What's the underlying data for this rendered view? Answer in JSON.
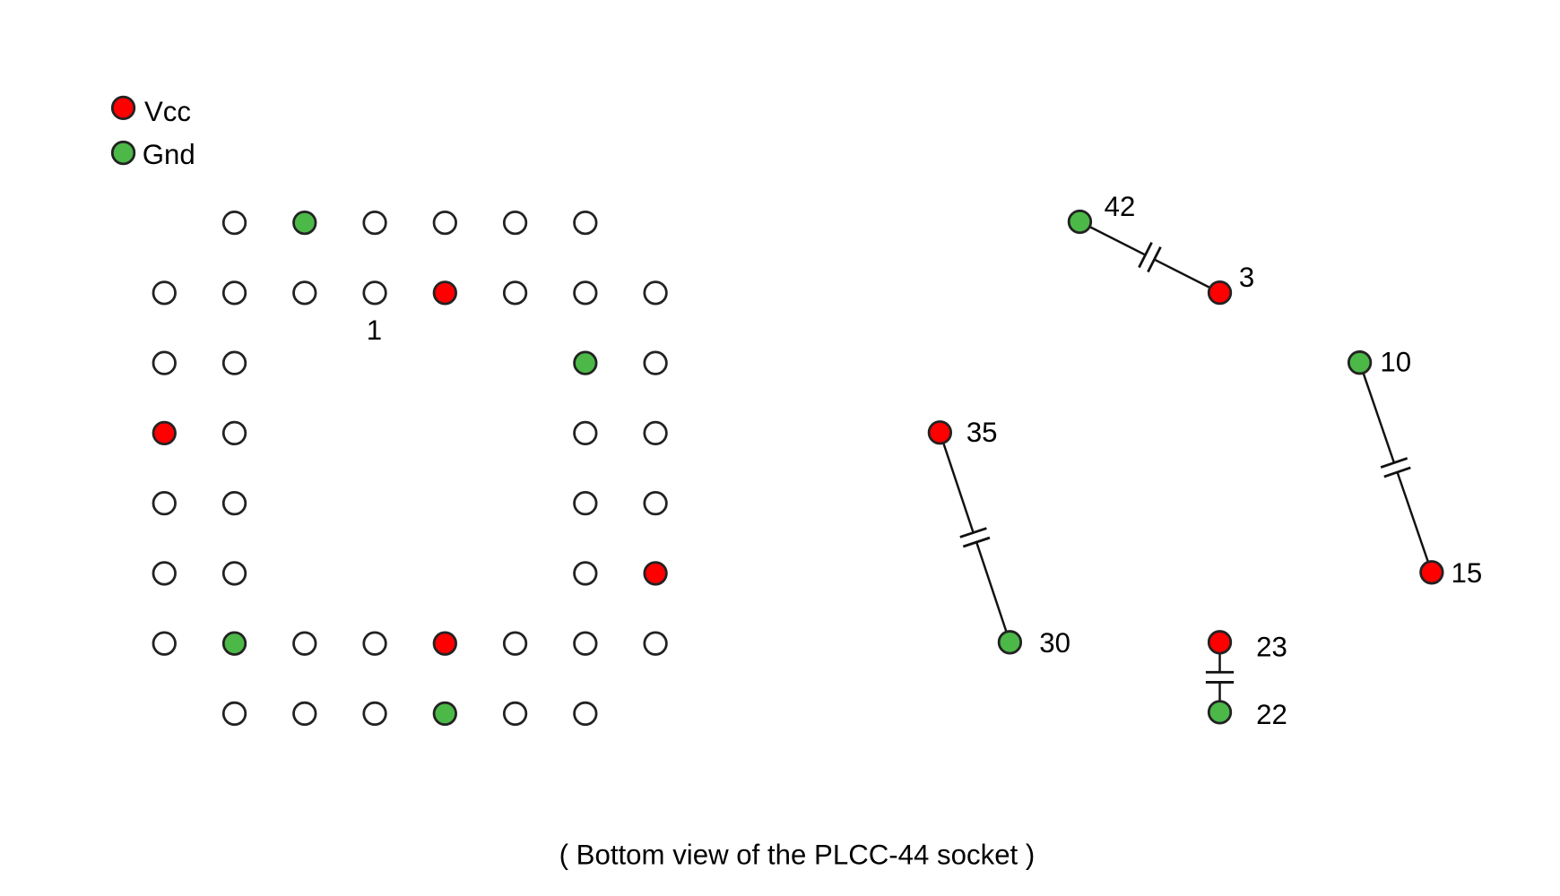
{
  "legend": {
    "vcc_label": "Vcc",
    "gnd_label": "Gnd"
  },
  "colors": {
    "vcc": "#ff0000",
    "gnd": "#4cb848",
    "none": "#ffffff",
    "stroke": "#222222"
  },
  "socket": {
    "pin1_label": "1",
    "pin_grid": [
      [
        "",
        "n",
        "g",
        "n",
        "n",
        "n",
        "n",
        ""
      ],
      [
        "n",
        "n",
        "n",
        "n",
        "v",
        "n",
        "n",
        "n"
      ],
      [
        "n",
        "n",
        "",
        "",
        "",
        "",
        "g",
        "n"
      ],
      [
        "v",
        "n",
        "",
        "",
        "",
        "",
        "n",
        "n"
      ],
      [
        "n",
        "n",
        "",
        "",
        "",
        "",
        "n",
        "n"
      ],
      [
        "n",
        "n",
        "",
        "",
        "",
        "",
        "n",
        "v"
      ],
      [
        "n",
        "g",
        "n",
        "n",
        "v",
        "n",
        "n",
        "n"
      ],
      [
        "",
        "n",
        "n",
        "n",
        "g",
        "n",
        "n",
        ""
      ]
    ]
  },
  "capacitors": [
    {
      "a": {
        "pin": "42",
        "type": "g"
      },
      "b": {
        "pin": "3",
        "type": "v"
      }
    },
    {
      "a": {
        "pin": "35",
        "type": "v"
      },
      "b": {
        "pin": "30",
        "type": "g"
      }
    },
    {
      "a": {
        "pin": "10",
        "type": "g"
      },
      "b": {
        "pin": "15",
        "type": "v"
      }
    },
    {
      "a": {
        "pin": "23",
        "type": "v"
      },
      "b": {
        "pin": "22",
        "type": "g"
      }
    }
  ],
  "caption": "( Bottom view of the PLCC-44 socket )"
}
